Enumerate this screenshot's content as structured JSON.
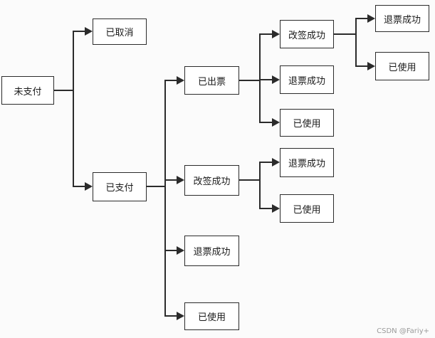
{
  "nodes": {
    "unpaid": "未支付",
    "cancelled": "已取消",
    "paid": "已支付",
    "issued": "已出票",
    "issued_changed": "改签成功",
    "issued_changed_refunded": "退票成功",
    "issued_changed_used": "已使用",
    "issued_refunded": "退票成功",
    "issued_used": "已使用",
    "changed": "改签成功",
    "changed_refunded": "退票成功",
    "changed_used": "已使用",
    "refunded": "退票成功",
    "used": "已使用"
  },
  "watermark": "CSDN @Fariy+",
  "colors": {
    "line": "#2b2b2b",
    "box_border": "#2b2b2b",
    "background": "#fbfbfb"
  }
}
